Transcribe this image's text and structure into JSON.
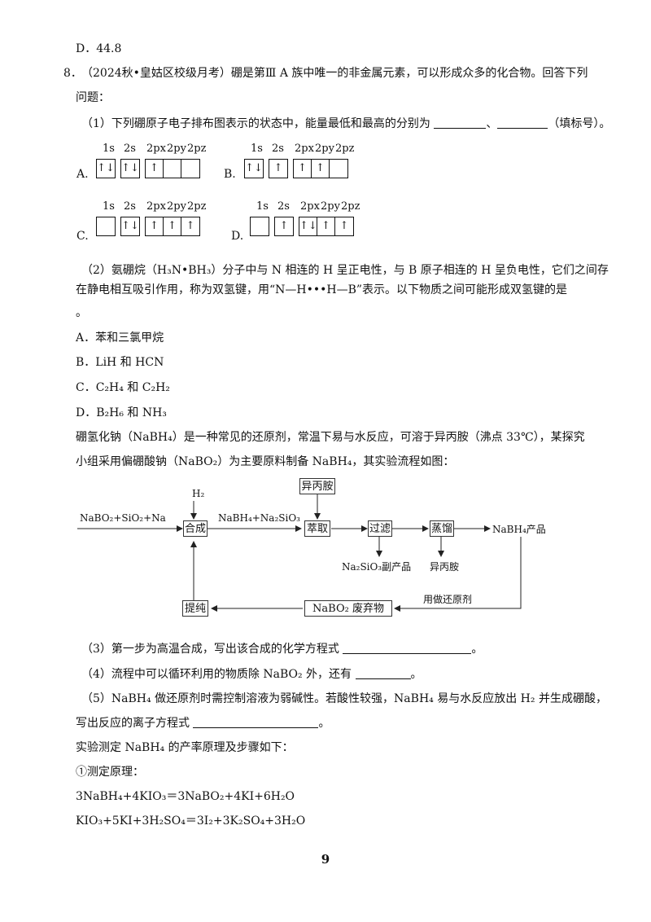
{
  "header_option": "D．44.8",
  "q8": {
    "number": "8．",
    "source": "（2024秋•皇姑区校级月考）",
    "stem1": "硼是第Ⅲ A 族中唯一的非金属元素，可以形成众多的化合物。回答下列",
    "stem2": "问题：",
    "p1_text": "（1）下列硼原子电子排布图表示的状态中，能量最低和最高的分别为",
    "p1_sep": "、",
    "p1_end": "（填标号）。",
    "orbital_labels": [
      "1s",
      "2s",
      "2px",
      "2py",
      "2pz"
    ],
    "opt_letters": [
      "A.",
      "B.",
      "C.",
      "D."
    ],
    "orbitals": {
      "A": [
        "↑↓",
        "↑↓",
        "↑",
        "",
        ""
      ],
      "B": [
        "↑↓",
        "↑",
        "↑",
        "↑",
        ""
      ],
      "C": [
        "",
        "↑↓",
        "↑",
        "↑",
        "↑"
      ],
      "D": [
        "",
        "↑",
        "↑↓",
        "↑",
        "↑"
      ]
    },
    "p2_line1": "（2）氨硼烷（H₃N•BH₃）分子中与 N 相连的 H 呈正电性，与 B 原子相连的 H 呈负电性，它们之间存",
    "p2_line2": "在静电相互吸引作用，称为双氢键，用“N—H•••H—B”表示。以下物质之间可能形成双氢键的是",
    "p2_line3": "。",
    "p2_options": [
      "A．苯和三氯甲烷",
      "B．LiH 和 HCN",
      "C．C₂H₄ 和 C₂H₂",
      "D．B₂H₆ 和 NH₃"
    ],
    "intro1": "硼氢化钠（NaBH₄）是一种常见的还原剂，常温下易与水反应，可溶于异丙胺（沸点 33℃），某探究",
    "intro2": "小组采用偏硼酸钠（NaBO₂）为主要原料制备 NaBH₄，其实验流程如图：",
    "flow": {
      "reactants": "NaBO₂+SiO₂+Na",
      "h2": "H₂",
      "synth": "合成",
      "mid": "NaBH₄+Na₂SiO₃",
      "ipa_top": "异丙胺",
      "extract": "萃取",
      "filter": "过滤",
      "distill": "蒸馏",
      "product": "NaBH₄产品",
      "byproduct": "Na₂SiO₃副产品",
      "ipa_bottom": "异丙胺",
      "use": "用做还原剂",
      "waste": "NaBO₂ 废弃物",
      "purify": "提纯"
    },
    "p3": "（3）第一步为高温合成，写出该合成的化学方程式",
    "p3_end": "。",
    "p4": "（4）流程中可以循环利用的物质除 NaBO₂ 外，还有",
    "p4_end": "。",
    "p5_line1": "（5）NaBH₄ 做还原剂时需控制溶液为弱碱性。若酸性较强，NaBH₄ 易与水反应放出 H₂ 并生成硼酸，",
    "p5_line2": "写出反应的离子方程式",
    "p5_end": "。",
    "measure_intro": "实验测定 NaBH₄ 的产率原理及步骤如下：",
    "step1": "①测定原理：",
    "eq1": "3NaBH₄+4KIO₃＝3NaBO₂+4KI+6H₂O",
    "eq2": "KIO₃+5KI+3H₂SO₄＝3I₂+3K₂SO₄+3H₂O"
  },
  "page_number": "9"
}
